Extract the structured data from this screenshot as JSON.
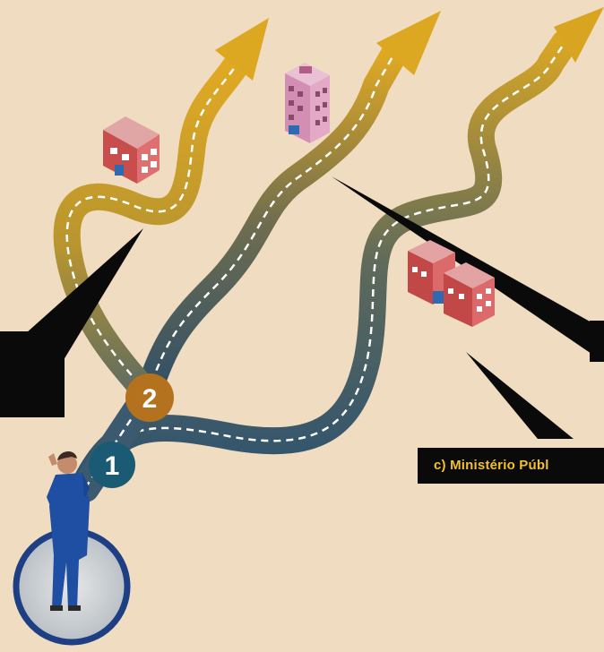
{
  "badges": [
    {
      "number": "1",
      "color": "#1a5a72"
    },
    {
      "number": "2",
      "color": "#b5721e"
    }
  ],
  "callouts": [
    {
      "text": ""
    },
    {
      "text": ""
    },
    {
      "text": "c) Ministério Públ"
    }
  ],
  "colors": {
    "background": "#f0dcc0",
    "road_gold": "#c9a12a",
    "road_dark": "#2f5470",
    "callout_bg": "#0a0a0a",
    "callout_text": "#f2c12e"
  },
  "icons": [
    "person-icon",
    "building-icon",
    "building-icon",
    "building-icon",
    "arrow-icon"
  ]
}
